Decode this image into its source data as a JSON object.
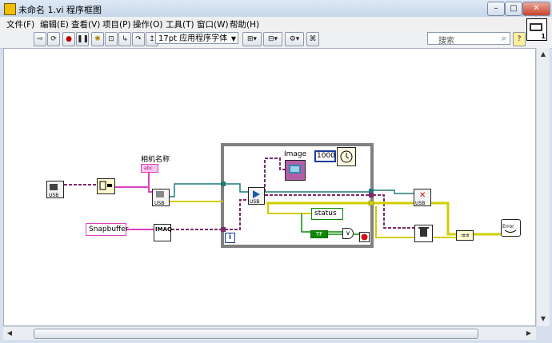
{
  "window": {
    "title": "未命名 1.vi 程序框图"
  },
  "menu": [
    "文件(F)",
    "编辑(E)",
    "查看(V)",
    "项目(P)",
    "操作(O)",
    "工具(T)",
    "窗口(W)",
    "帮助(H)"
  ],
  "toolbar": {
    "font_label": "17pt 应用程序字体",
    "search_placeholder": "搜索",
    "help_label": "?"
  },
  "diagram": {
    "camera_name_label": "相机名称",
    "string_control_glyph": "abc",
    "snapbuffer_constant": "Snapbuffer",
    "imaq_label": "IMAQ",
    "image_label": "Image",
    "wait_constant": "1000",
    "status_label": "status",
    "true_constant": "TF",
    "loop_iteration": "i",
    "usb_tag": "USB",
    "vi_icon_number": "1",
    "error_label": "Error"
  },
  "colors": {
    "string_wire": "#e040c0",
    "cluster_wire": "#1f7a7a",
    "error_wire": "#cfcf00",
    "refnum_wire": "#7b2a6a",
    "loop_border": "#808080"
  }
}
